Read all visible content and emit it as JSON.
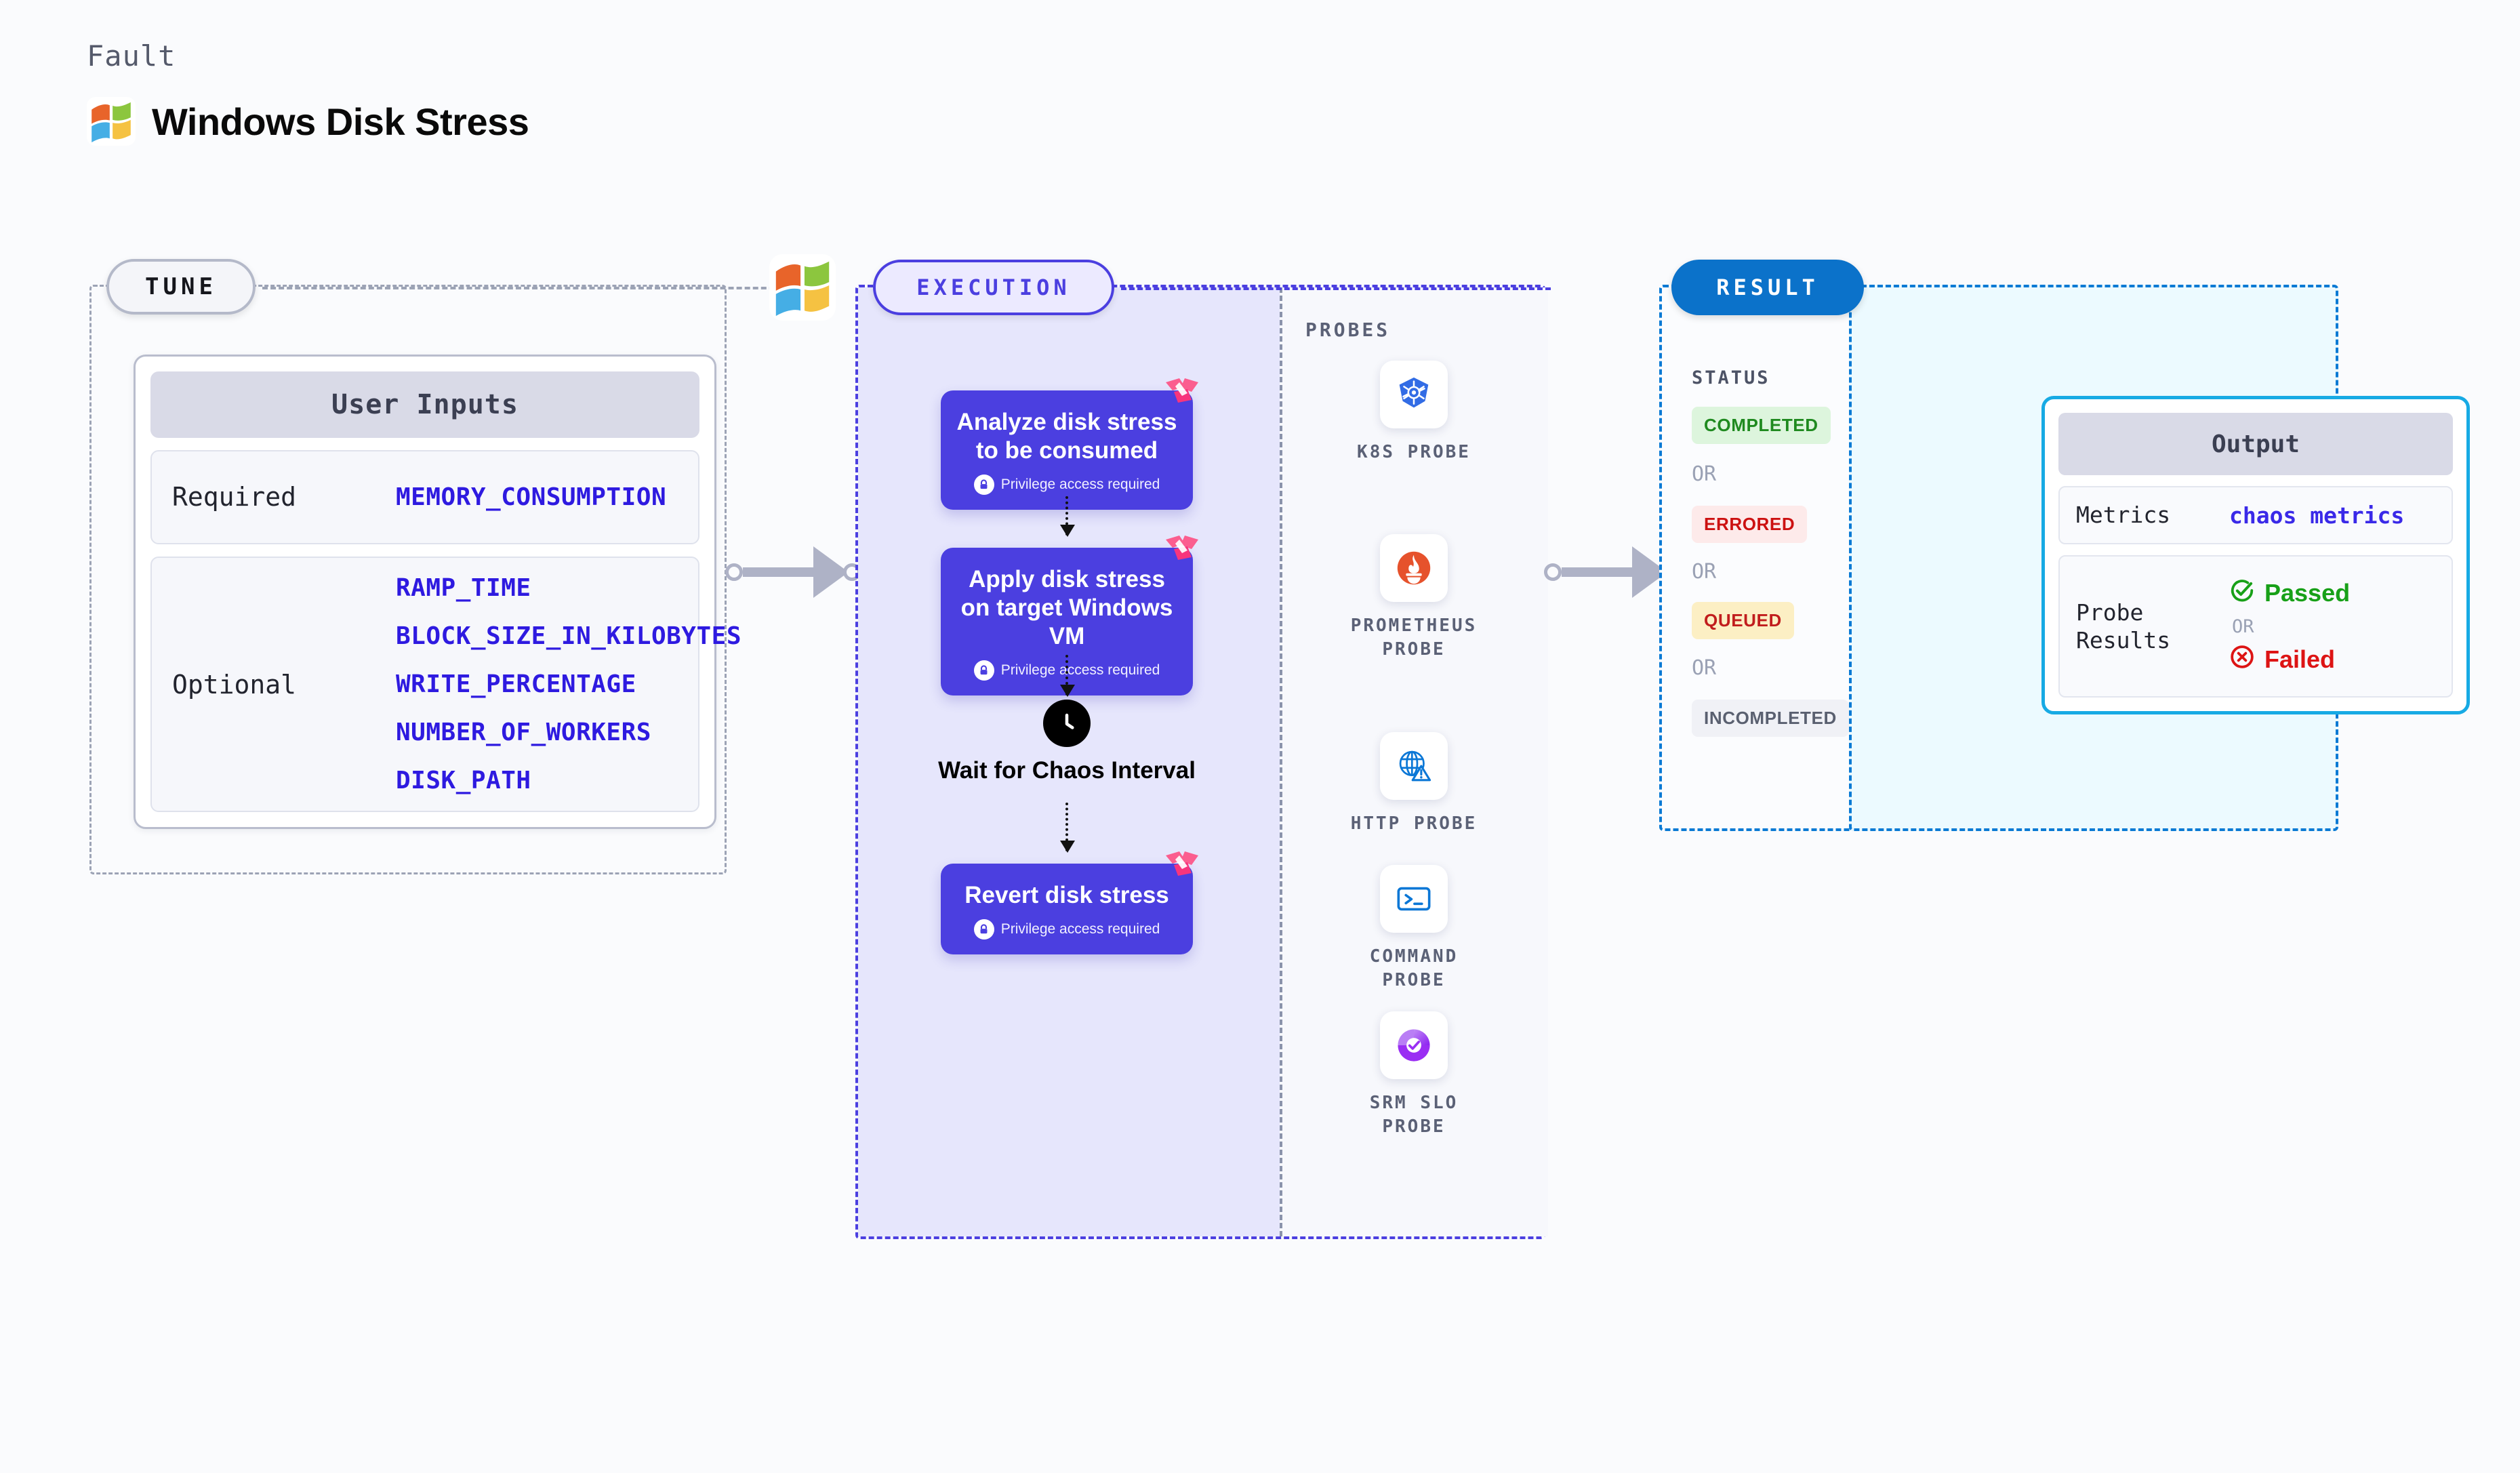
{
  "header": {
    "eyebrow": "Fault",
    "title": "Windows Disk Stress",
    "logo_icon": "windows-logo-icon"
  },
  "tune": {
    "badge": "TUNE",
    "decoration_icon": "windows-logo-icon",
    "card": {
      "header": "User Inputs",
      "rows": [
        {
          "label": "Required",
          "values": [
            "MEMORY_CONSUMPTION"
          ]
        },
        {
          "label": "Optional",
          "values": [
            "RAMP_TIME",
            "BLOCK_SIZE_IN_KILOBYTES",
            "WRITE_PERCENTAGE",
            "NUMBER_OF_WORKERS",
            "DISK_PATH"
          ]
        }
      ]
    }
  },
  "execution": {
    "badge": "EXECUTION",
    "steps": [
      {
        "title": "Analyze disk stress to be consumed",
        "privilege": "Privilege access required",
        "privilege_icon": "lock-icon",
        "corner_icon": "litmus-logo-icon"
      },
      {
        "title": "Apply disk stress on target Windows VM",
        "privilege": "Privilege access required",
        "privilege_icon": "lock-icon",
        "corner_icon": "litmus-logo-icon"
      },
      {
        "title": "Revert disk stress",
        "privilege": "Privilege access required",
        "privilege_icon": "lock-icon",
        "corner_icon": "litmus-logo-icon"
      }
    ],
    "wait_node": {
      "label": "Wait for Chaos Interval",
      "icon": "clock-icon"
    },
    "probes": {
      "label": "PROBES",
      "items": [
        {
          "name": "K8S PROBE",
          "icon": "kubernetes-icon"
        },
        {
          "name": "PROMETHEUS PROBE",
          "icon": "prometheus-icon"
        },
        {
          "name": "HTTP PROBE",
          "icon": "http-globe-warning-icon"
        },
        {
          "name": "COMMAND PROBE",
          "icon": "terminal-icon"
        },
        {
          "name": "SRM SLO PROBE",
          "icon": "srm-slo-icon"
        }
      ]
    }
  },
  "result": {
    "badge": "RESULT",
    "status_label": "STATUS",
    "or_text": "OR",
    "statuses": [
      {
        "label": "COMPLETED",
        "bg": "#ddf5dd",
        "color": "#1f8a1f"
      },
      {
        "label": "ERRORED",
        "bg": "#fdeaea",
        "color": "#cc1111"
      },
      {
        "label": "QUEUED",
        "bg": "#fcefc4",
        "color": "#c11d1d"
      },
      {
        "label": "INCOMPLETED",
        "bg": "#f0f1f6",
        "color": "#5a6070"
      }
    ]
  },
  "output": {
    "header": "Output",
    "metrics_label": "Metrics",
    "metrics_value": "chaos metrics",
    "probe_results_label": "Probe Results",
    "passed": "Passed",
    "passed_icon": "check-circle-icon",
    "or_text": "OR",
    "failed": "Failed",
    "failed_icon": "x-circle-icon"
  },
  "colors": {
    "primary_purple": "#4b3fe0",
    "result_blue": "#0b72ca",
    "output_cyan": "#17aae4",
    "litmus_pink": "#fb5e8f",
    "mono_value_blue": "#2e1ae0",
    "connector_gray": "#aeb2c6"
  }
}
